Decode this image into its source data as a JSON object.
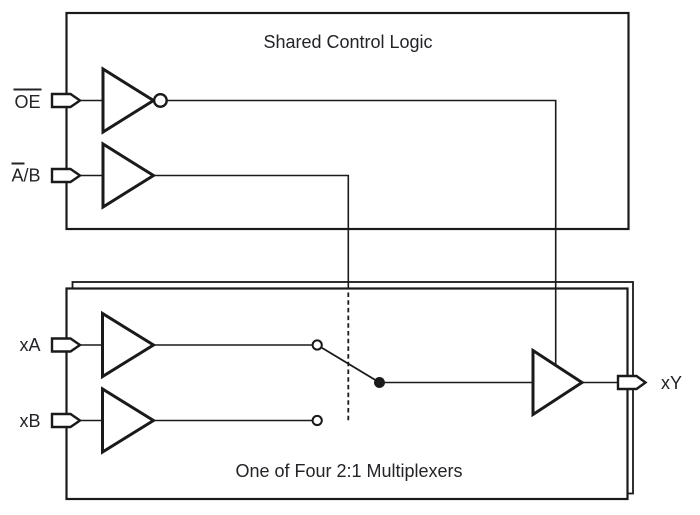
{
  "diagram": {
    "background": "#ffffff",
    "line_color": "#1a1a1a",
    "text_color": "#232328",
    "shared_control_logic": {
      "title": "Shared Control Logic",
      "inputs": [
        {
          "label": "OE",
          "overline": "full",
          "buffer": "inverting"
        },
        {
          "label": "A/B",
          "overline": "A-only",
          "buffer": "non-inverting"
        }
      ]
    },
    "multiplexer": {
      "title": "One of Four 2:1 Multiplexers",
      "inputs": [
        {
          "label": "xA"
        },
        {
          "label": "xB"
        }
      ],
      "output": {
        "label": "xY"
      },
      "switch": {
        "pole": "common",
        "contacts": [
          "xA",
          "xB"
        ]
      }
    }
  }
}
